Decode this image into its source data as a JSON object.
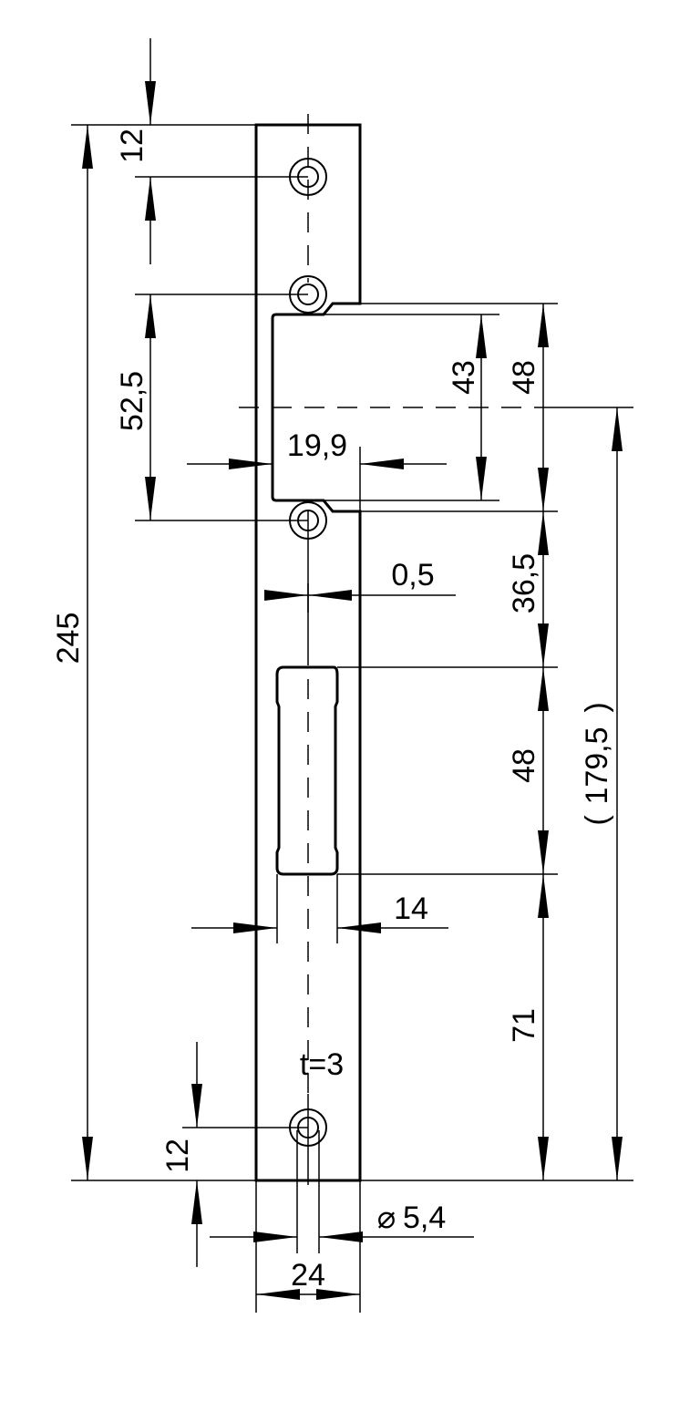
{
  "dimensions": {
    "total_height": "245",
    "top_hole_offset": "12",
    "hole_spacing_upper": "52,5",
    "notch_depth": "19,9",
    "notch_height_inner": "43",
    "notch_height_outer": "48",
    "notch_to_slot": "36,5",
    "slot_height": "48",
    "slot_to_bottom": "71",
    "reference_height": "179,5",
    "centerline_offset": "0,5",
    "slot_width": "14",
    "thickness": "t=3",
    "bottom_hole_offset": "12",
    "hole_diameter": "5,4",
    "plate_width": "24"
  },
  "symbols": {
    "diameter": "⌀",
    "paren_open": "(",
    "paren_close": ")"
  }
}
